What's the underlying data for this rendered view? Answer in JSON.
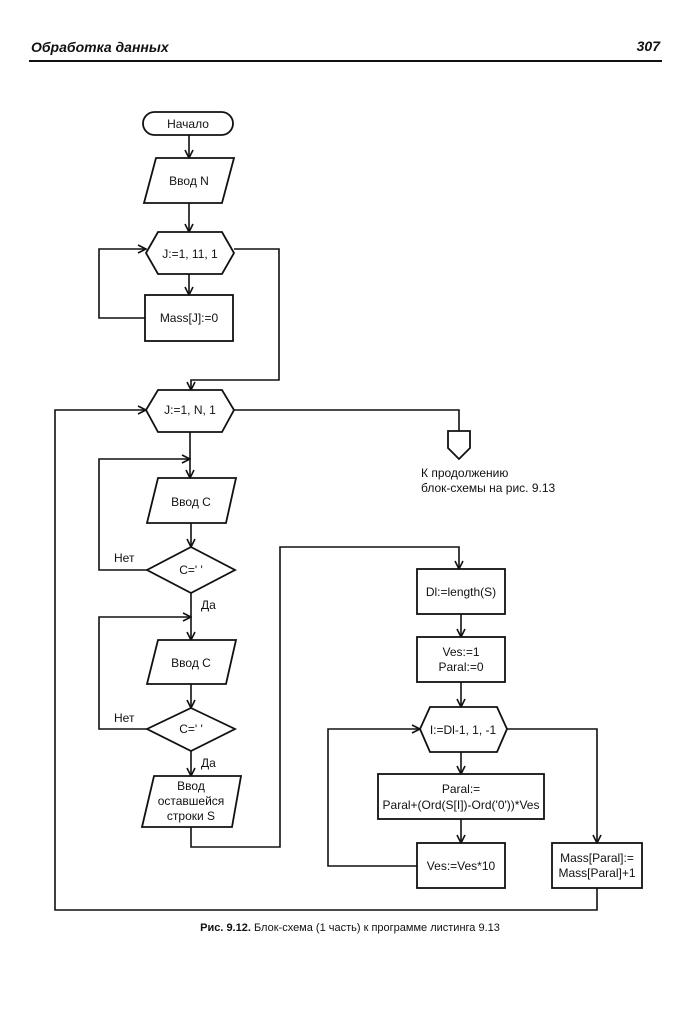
{
  "header": {
    "title": "Обработка данных",
    "page_number": "307"
  },
  "flowchart": {
    "start": "Начало",
    "input_n": "Ввод N",
    "loop1": "J:=1, 11, 1",
    "init_mass": "Mass[J]:=0",
    "loop2": "J:=1, N, 1",
    "input_c1": "Ввод C",
    "cond1": "C=' '",
    "input_c2": "Ввод C",
    "cond2": "C=' '",
    "input_s": [
      "Ввод",
      "оставшейся",
      "строки S"
    ],
    "dl_assign": "Dl:=length(S)",
    "init_vars": [
      "Ves:=1",
      "Paral:=0"
    ],
    "loop3": "I:=Dl-1, 1, -1",
    "paral_calc": [
      "Paral:=",
      "Paral+(Ord(S[I])-Ord('0'))*Ves"
    ],
    "ves_mul": "Ves:=Ves*10",
    "mass_inc": [
      "Mass[Paral]:=",
      "Mass[Paral]+1"
    ],
    "labels": {
      "no1": "Нет",
      "yes1": "Да",
      "no2": "Нет",
      "yes2": "Да"
    },
    "connector_note": [
      "К продолжению",
      "блок-схемы на рис. 9.13"
    ]
  },
  "caption": {
    "bold": "Рис. 9.12.",
    "text": " Блок-схема (1 часть) к программе листинга 9.13"
  }
}
